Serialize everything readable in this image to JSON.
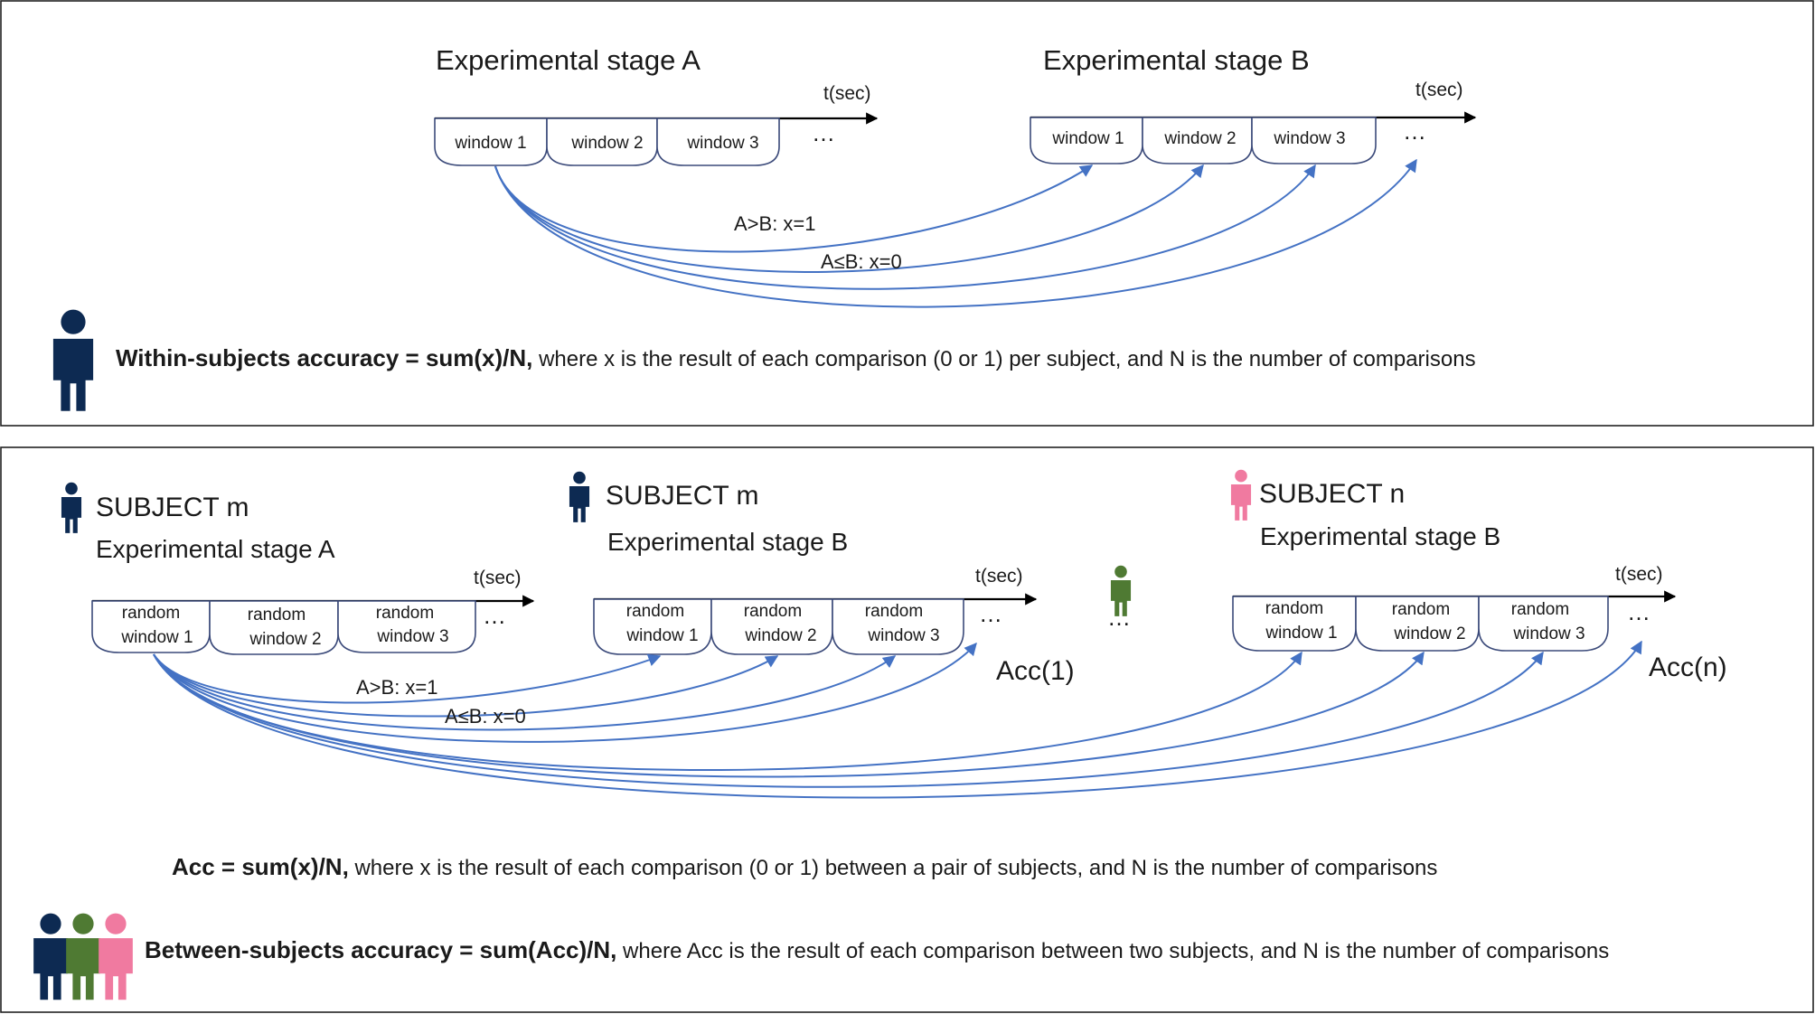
{
  "top": {
    "stage_a": "Experimental stage A",
    "stage_b": "Experimental stage B",
    "t_label": "t(sec)",
    "ellipsis": "…",
    "windows": [
      "window 1",
      "window 2",
      "window 3"
    ],
    "cmp_gt": "A>B: x=1",
    "cmp_le": "A≤B: x=0",
    "formula_bold": "Within-subjects  accuracy = sum(x)/N,",
    "formula_rest": " where x is the result of each comparison (0 or 1) per subject, and N is the number of comparisons"
  },
  "bottom": {
    "subject_m": "SUBJECT m",
    "subject_n": "SUBJECT n",
    "stage_a": "Experimental stage A",
    "stage_b": "Experimental stage B",
    "t_label": "t(sec)",
    "ellipsis": "…",
    "random_line1": "random",
    "windows": [
      "window 1",
      "window 2",
      "window 3"
    ],
    "cmp_gt": "A>B: x=1",
    "cmp_le": "A≤B: x=0",
    "acc1": "Acc(1)",
    "accn": "Acc(n)",
    "acc_bold": "Acc = sum(x)/N,",
    "acc_rest": " where x is the result of each comparison (0 or 1) between a pair of subjects, and N is the number of comparisons",
    "between_bold": "Between-subjects accuracy = sum(Acc)/N,",
    "between_rest": " where Acc is the result of each comparison between two subjects, and N is the number of comparisons"
  },
  "colors": {
    "navy": "#0d2a52",
    "green": "#4f7a33",
    "pink": "#f07aa0",
    "arrow": "#4472c4"
  },
  "icons": [
    "person-navy-icon",
    "person-green-icon",
    "person-pink-icon"
  ]
}
